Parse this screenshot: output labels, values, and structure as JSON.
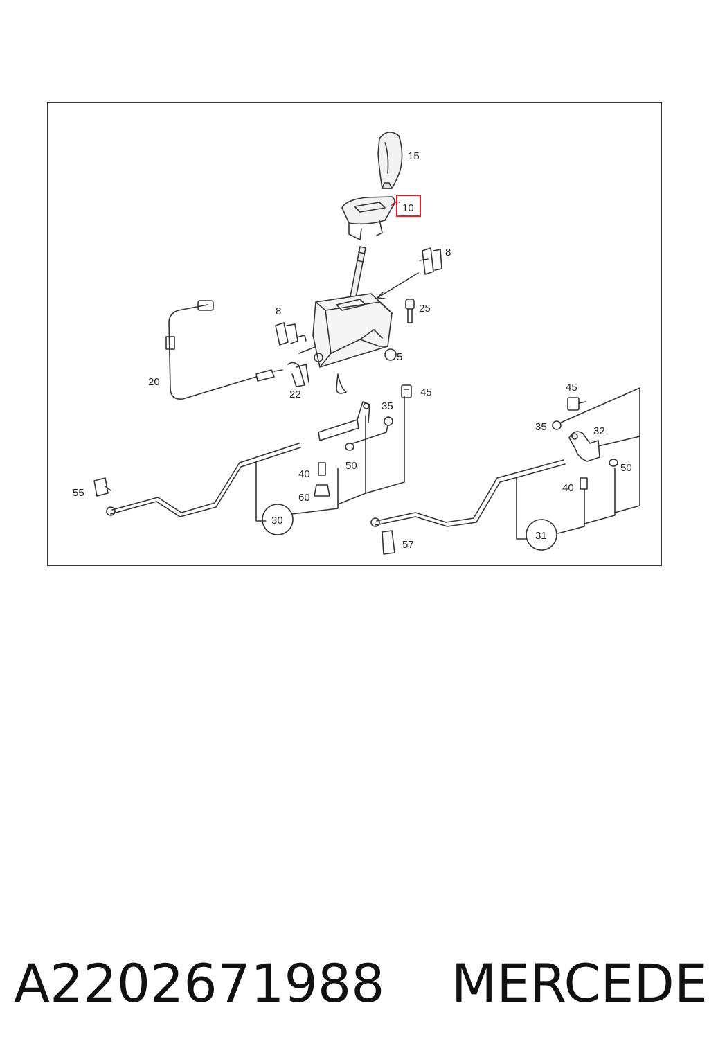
{
  "diagram": {
    "callouts": [
      "15",
      "10",
      "8",
      "8",
      "25",
      "5",
      "20",
      "22",
      "45",
      "35",
      "50",
      "40",
      "60",
      "55",
      "30",
      "57",
      "45",
      "35",
      "32",
      "50",
      "40",
      "31"
    ],
    "highlighted_callout": "10",
    "highlight_color": "#e0202a"
  },
  "caption": {
    "part_number": "A2202671988",
    "brand": "MERCEDES"
  }
}
